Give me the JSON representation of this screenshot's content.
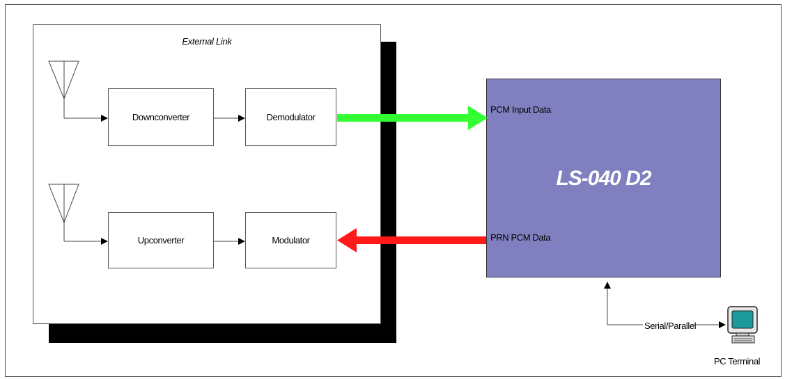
{
  "external_link": {
    "title": "External Link",
    "downconverter": "Downconverter",
    "demodulator": "Demodulator",
    "upconverter": "Upconverter",
    "modulator": "Modulator"
  },
  "device": {
    "title": "LS-040 D2",
    "pcm_input_label": "PCM Input Data",
    "prn_pcm_label": "PRN PCM Data",
    "fill_color": "#8080c0"
  },
  "connection": {
    "serial_label": "Serial/Parallel"
  },
  "terminal": {
    "label": "PC Terminal",
    "icon": "computer-monitor-icon"
  },
  "colors": {
    "input_arrow": "#33ff33",
    "output_arrow": "#ff1a1a"
  }
}
